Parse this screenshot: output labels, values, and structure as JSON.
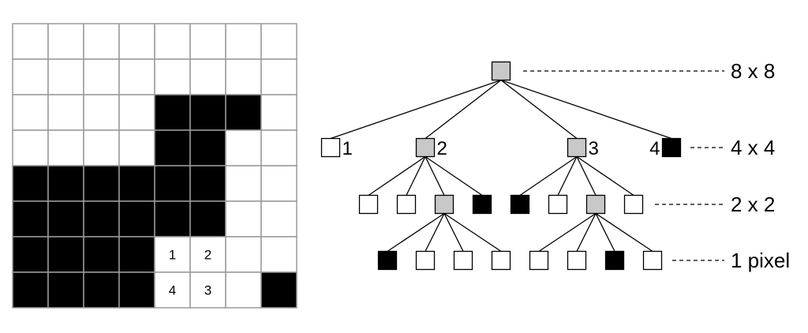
{
  "colors": {
    "white": "#ffffff",
    "black": "#000000",
    "gray": "#c8c8c8",
    "grid_line": "#9a9a9a"
  },
  "image_grid": {
    "rows": [
      [
        "w",
        "w",
        "w",
        "w",
        "w",
        "w",
        "w",
        "w"
      ],
      [
        "w",
        "w",
        "w",
        "w",
        "w",
        "w",
        "w",
        "w"
      ],
      [
        "w",
        "w",
        "w",
        "w",
        "b",
        "b",
        "b",
        "w"
      ],
      [
        "w",
        "w",
        "w",
        "w",
        "b",
        "b",
        "w",
        "w"
      ],
      [
        "b",
        "b",
        "b",
        "b",
        "b",
        "b",
        "w",
        "w"
      ],
      [
        "b",
        "b",
        "b",
        "b",
        "b",
        "b",
        "w",
        "w"
      ],
      [
        "b",
        "b",
        "b",
        "b",
        "w",
        "w",
        "w",
        "w"
      ],
      [
        "b",
        "b",
        "b",
        "b",
        "w",
        "w",
        "w",
        "b"
      ]
    ],
    "cell_labels": [
      {
        "row": 6,
        "col": 4,
        "text": "1"
      },
      {
        "row": 6,
        "col": 5,
        "text": "2"
      },
      {
        "row": 7,
        "col": 4,
        "text": "4"
      },
      {
        "row": 7,
        "col": 5,
        "text": "3"
      }
    ]
  },
  "quadtree": {
    "levels": [
      {
        "label": "8 x 8",
        "nodes": [
          {
            "fill": "gray",
            "parent": null,
            "label": ""
          }
        ]
      },
      {
        "label": "4 x 4",
        "nodes": [
          {
            "fill": "white",
            "parent": 0,
            "label": "1"
          },
          {
            "fill": "gray",
            "parent": 0,
            "label": "2"
          },
          {
            "fill": "gray",
            "parent": 0,
            "label": "3"
          },
          {
            "fill": "black",
            "parent": 0,
            "label": "4"
          }
        ]
      },
      {
        "label": "2 x 2",
        "nodes": [
          {
            "fill": "white",
            "parent": 1,
            "label": ""
          },
          {
            "fill": "white",
            "parent": 1,
            "label": ""
          },
          {
            "fill": "gray",
            "parent": 1,
            "label": ""
          },
          {
            "fill": "black",
            "parent": 1,
            "label": ""
          },
          {
            "fill": "black",
            "parent": 2,
            "label": ""
          },
          {
            "fill": "white",
            "parent": 2,
            "label": ""
          },
          {
            "fill": "gray",
            "parent": 2,
            "label": ""
          },
          {
            "fill": "white",
            "parent": 2,
            "label": ""
          }
        ]
      },
      {
        "label": "1 pixel",
        "nodes": [
          {
            "fill": "black",
            "parent": 2,
            "label": ""
          },
          {
            "fill": "white",
            "parent": 2,
            "label": ""
          },
          {
            "fill": "white",
            "parent": 2,
            "label": ""
          },
          {
            "fill": "white",
            "parent": 2,
            "label": ""
          },
          {
            "fill": "white",
            "parent": 6,
            "label": ""
          },
          {
            "fill": "white",
            "parent": 6,
            "label": ""
          },
          {
            "fill": "black",
            "parent": 6,
            "label": ""
          },
          {
            "fill": "white",
            "parent": 6,
            "label": ""
          }
        ]
      }
    ]
  }
}
